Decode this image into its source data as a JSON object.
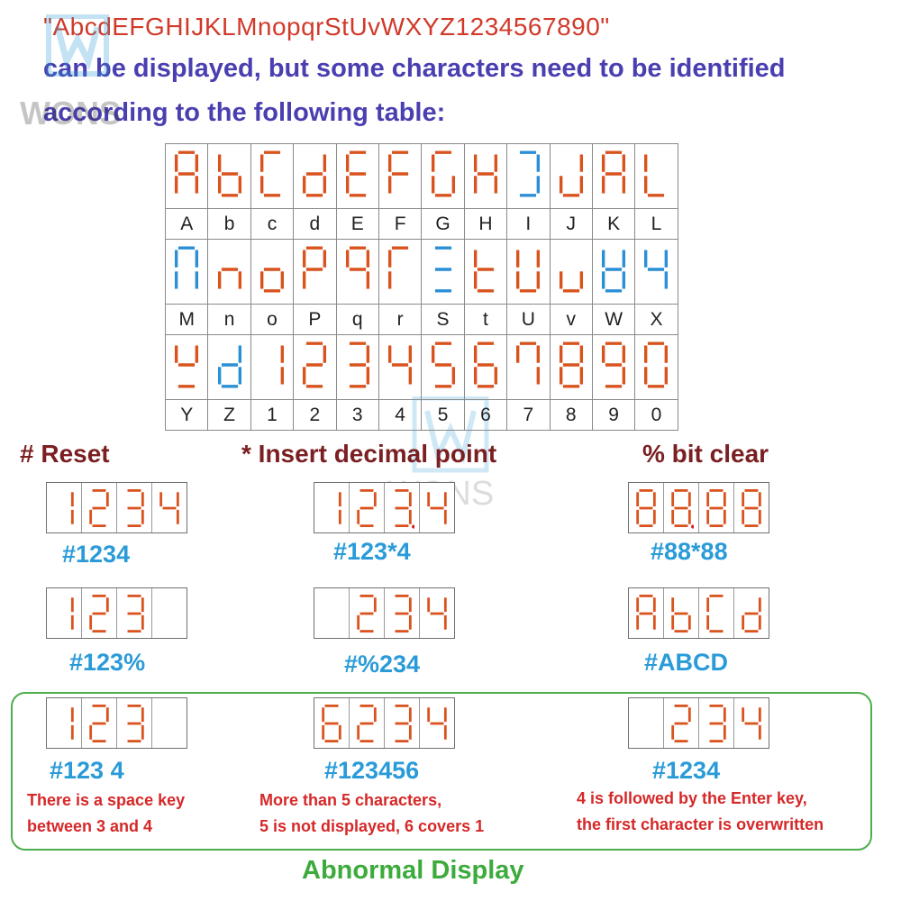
{
  "header": {
    "line1": "\"AbcdEFGHIJKLMnopqrStUvWXYZ1234567890\"",
    "line2": "can be displayed, but some characters need to be identified",
    "line3": "according to the following table:"
  },
  "watermark": {
    "brand": "WONS"
  },
  "char_table": {
    "rows": [
      [
        {
          "label": "A",
          "segs": "abcefg",
          "color": "#d9531e"
        },
        {
          "label": "b",
          "segs": "cdefg",
          "color": "#d9531e"
        },
        {
          "label": "c",
          "segs": "adef",
          "color": "#d9531e"
        },
        {
          "label": "d",
          "segs": "bcdeg",
          "color": "#d9531e"
        },
        {
          "label": "E",
          "segs": "adefg",
          "color": "#d9531e"
        },
        {
          "label": "F",
          "segs": "aefg",
          "color": "#d9531e"
        },
        {
          "label": "G",
          "segs": "acdef",
          "color": "#d9531e"
        },
        {
          "label": "H",
          "segs": "bcefg",
          "color": "#d9531e"
        },
        {
          "label": "I",
          "segs": "abcd",
          "color": "#2b8fd6"
        },
        {
          "label": "J",
          "segs": "bcde",
          "color": "#d9531e"
        },
        {
          "label": "K",
          "segs": "abcefg",
          "color": "#d9531e"
        },
        {
          "label": "L",
          "segs": "def",
          "color": "#d9531e"
        }
      ],
      [
        {
          "label": "M",
          "segs": "abcef",
          "color": "#2b8fd6"
        },
        {
          "label": "n",
          "segs": "ceg",
          "color": "#d9531e"
        },
        {
          "label": "o",
          "segs": "cdeg",
          "color": "#d9531e"
        },
        {
          "label": "P",
          "segs": "abefg",
          "color": "#d9531e"
        },
        {
          "label": "q",
          "segs": "abcfg",
          "color": "#d9531e"
        },
        {
          "label": "r",
          "segs": "aef",
          "color": "#d9531e"
        },
        {
          "label": "S",
          "segs": "adg",
          "color": "#2b8fd6"
        },
        {
          "label": "t",
          "segs": "defg",
          "color": "#d9531e"
        },
        {
          "label": "U",
          "segs": "bcdef",
          "color": "#d9531e"
        },
        {
          "label": "v",
          "segs": "cde",
          "color": "#d9531e"
        },
        {
          "label": "W",
          "segs": "bcdefg",
          "color": "#2b8fd6"
        },
        {
          "label": "X",
          "segs": "bcfg",
          "color": "#2b8fd6"
        }
      ],
      [
        {
          "label": "Y",
          "segs": "bdfg",
          "color": "#d9531e"
        },
        {
          "label": "Z",
          "segs": "bcdeg",
          "color": "#2b8fd6"
        },
        {
          "label": "1",
          "segs": "bc",
          "color": "#d9531e"
        },
        {
          "label": "2",
          "segs": "abdeg",
          "color": "#d9531e"
        },
        {
          "label": "3",
          "segs": "abcdg",
          "color": "#d9531e"
        },
        {
          "label": "4",
          "segs": "bcfg",
          "color": "#d9531e"
        },
        {
          "label": "5",
          "segs": "acdfg",
          "color": "#d9531e"
        },
        {
          "label": "6",
          "segs": "acdefg",
          "color": "#d9531e"
        },
        {
          "label": "7",
          "segs": "abcf",
          "color": "#d9531e"
        },
        {
          "label": "8",
          "segs": "abcdefg",
          "color": "#d9531e"
        },
        {
          "label": "9",
          "segs": "abcdfg",
          "color": "#d9531e"
        },
        {
          "label": "0",
          "segs": "abcdef",
          "color": "#d9531e"
        }
      ]
    ]
  },
  "sections": {
    "reset": "# Reset",
    "decimal": "* Insert decimal point",
    "bitclear": "% bit clear"
  },
  "displays": {
    "reset1": {
      "code": "#1234",
      "digits": [
        "bc",
        "abdeg",
        "abcdg",
        "bcfg"
      ]
    },
    "reset2": {
      "code": "#123%",
      "digits": [
        "bc",
        "abdeg",
        "abcdg",
        ""
      ]
    },
    "dec1": {
      "code": "#123*4",
      "digits": [
        "bc",
        "abdeg",
        "abcdg",
        "bcfg"
      ],
      "dp_index": 2
    },
    "dec2": {
      "code": "#%234",
      "digits": [
        "",
        "abdeg",
        "abcdg",
        "bcfg"
      ]
    },
    "bit1": {
      "code": "#88*88",
      "digits": [
        "abcdefg",
        "abcdefg",
        "abcdefg",
        "abcdefg"
      ],
      "dp_index": 1
    },
    "bit2": {
      "code": "#ABCD",
      "digits": [
        "abcefg",
        "cdefg",
        "adef",
        "bcdeg"
      ]
    },
    "abn1": {
      "code": "#123 4",
      "digits": [
        "bc",
        "abdeg",
        "abcdg",
        ""
      ],
      "note1": "There is a space key",
      "note2": "between 3 and 4"
    },
    "abn2": {
      "code": "#123456",
      "digits": [
        "acdefg",
        "abdeg",
        "abcdg",
        "bcfg"
      ],
      "note1": "More than 5 characters,",
      "note2": "5 is not displayed, 6 covers 1"
    },
    "abn3": {
      "code": "#1234",
      "digits": [
        "",
        "abdeg",
        "abcdg",
        "bcfg"
      ],
      "note1": "4 is followed by the Enter key,",
      "note2": "the first character is overwritten"
    }
  },
  "abnormal": {
    "title": "Abnormal Display"
  },
  "colors": {
    "segment": "#d9531e",
    "segment_alt": "#2b8fd6",
    "code": "#2a9bd8",
    "note": "#d62828",
    "section": "#7a1f22",
    "frame": "#4cae4c"
  }
}
